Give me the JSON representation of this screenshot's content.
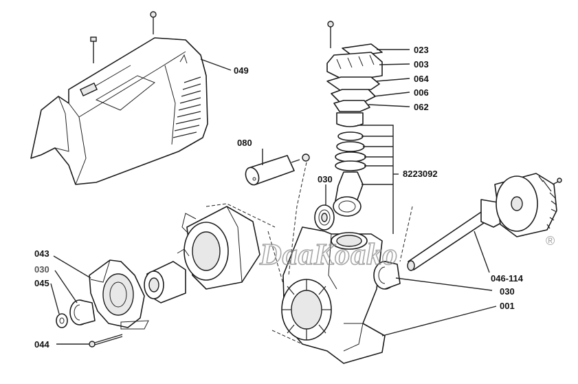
{
  "labels": {
    "l023": "023",
    "l003": "003",
    "l064": "064",
    "l006": "006",
    "l062": "062",
    "l049": "049",
    "l080": "080",
    "l030a": "030",
    "l8223092": "8223092",
    "l043": "043",
    "l030b": "030",
    "l045": "045",
    "l044": "044",
    "l046114": "046-114",
    "l030c": "030",
    "l001": "001"
  },
  "watermark": {
    "text": "DaaKoako",
    "registered": "®"
  }
}
